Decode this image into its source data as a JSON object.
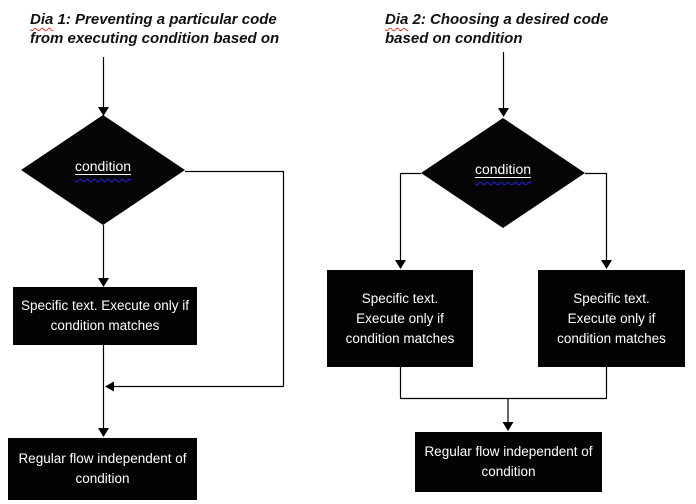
{
  "colors": {
    "shape_fill": "#050505",
    "shape_text": "#ffffff",
    "line": "#000000",
    "spellcheck_red": "#e23b2e",
    "grammar_blue": "#2323e6",
    "background": "#ffffff"
  },
  "dia1": {
    "title_word": "Dia",
    "title_rest": " 1: Preventing a particular code from executing condition based on",
    "diamond_label": "condition",
    "specific_box": "Specific text. Execute only if condition matches",
    "regular_box": "Regular flow independent of condition"
  },
  "dia2": {
    "title_word": "Dia",
    "title_rest": " 2: Choosing a desired code based on condition",
    "diamond_label": "condition",
    "specific_box_left": "Specific text. Execute only if condition matches",
    "specific_box_right": "Specific text. Execute only if condition matches",
    "regular_box": "Regular flow independent of condition"
  }
}
